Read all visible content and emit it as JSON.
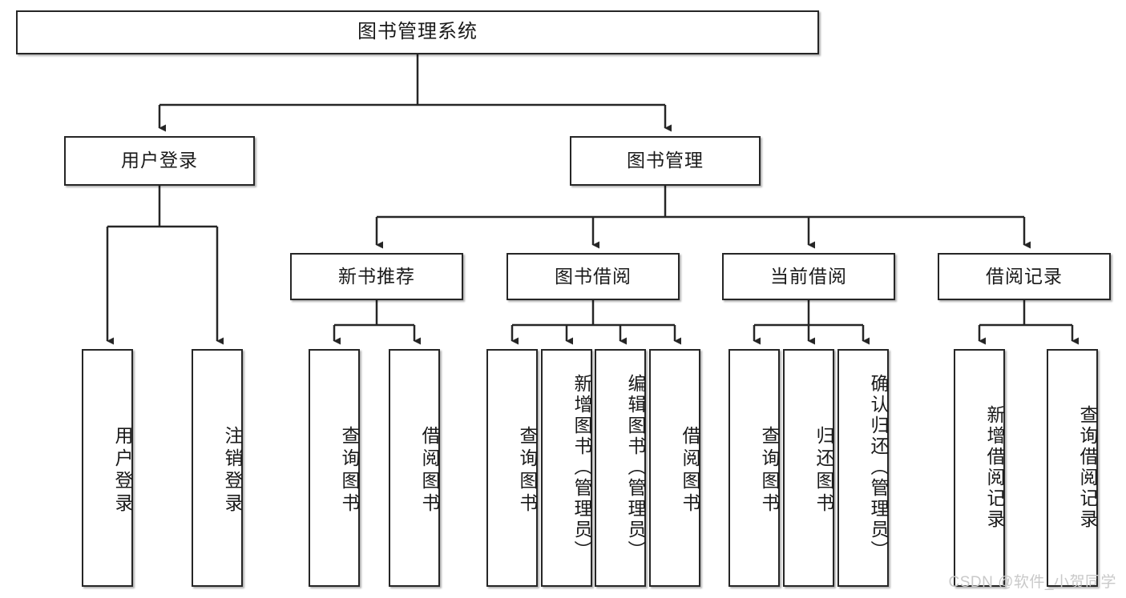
{
  "diagram": {
    "title": "图书管理系统",
    "type": "tree",
    "watermark": "CSDN @软件_小贺同学",
    "colors": {
      "box_border": "#262626",
      "box_fill": "#ffffff",
      "edge": "#262626",
      "text": "#1a1a1a",
      "watermark": "#c9c9c9",
      "background": "#ffffff"
    },
    "nodes": {
      "root": {
        "label": "图书管理系统"
      },
      "level2": [
        {
          "id": "user-login",
          "label": "用户登录"
        },
        {
          "id": "book-manage",
          "label": "图书管理"
        }
      ],
      "level3": [
        {
          "id": "new-book-rec",
          "label": "新书推荐"
        },
        {
          "id": "book-borrow",
          "label": "图书借阅"
        },
        {
          "id": "current-borrow",
          "label": "当前借阅"
        },
        {
          "id": "borrow-record",
          "label": "借阅记录"
        }
      ],
      "leaves": {
        "user-login": [
          {
            "id": "leaf-user-login",
            "label": "用户登录"
          },
          {
            "id": "leaf-user-logout",
            "label": "注销登录"
          }
        ],
        "new-book-rec": [
          {
            "id": "leaf-query-book-1",
            "label": "查询图书"
          },
          {
            "id": "leaf-borrow-book-1",
            "label": "借阅图书"
          }
        ],
        "book-borrow": [
          {
            "id": "leaf-query-book-2",
            "label": "查询图书"
          },
          {
            "id": "leaf-add-book",
            "label": "新增图书（管理员）"
          },
          {
            "id": "leaf-edit-book",
            "label": "编辑图书（管理员）"
          },
          {
            "id": "leaf-borrow-book-2",
            "label": "借阅图书"
          }
        ],
        "current-borrow": [
          {
            "id": "leaf-query-book-3",
            "label": "查询图书"
          },
          {
            "id": "leaf-return-book",
            "label": "归还图书"
          },
          {
            "id": "leaf-confirm-return",
            "label": "确认归还（管理员）"
          }
        ],
        "borrow-record": [
          {
            "id": "leaf-add-record",
            "label": "新增借阅记录"
          },
          {
            "id": "leaf-query-record",
            "label": "查询借阅记录"
          }
        ]
      }
    }
  }
}
